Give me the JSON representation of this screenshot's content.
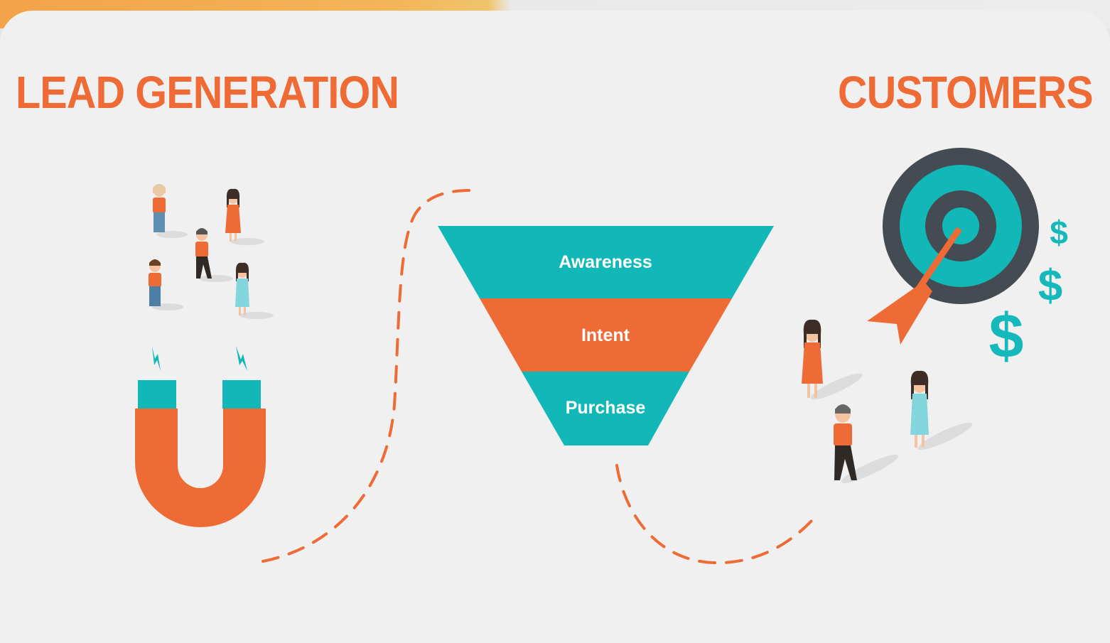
{
  "titles": {
    "left": "LEAD GENERATION",
    "right": "CUSTOMERS"
  },
  "funnel": {
    "stages": [
      "Awareness",
      "Intent",
      "Purchase"
    ]
  },
  "currency_symbol": "$",
  "colors": {
    "accent_orange": "#ee6b36",
    "accent_teal": "#12b8b8",
    "target_dark": "#444b52",
    "background": "#f0f0f0"
  },
  "icons": [
    "magnet-icon",
    "person-icon",
    "target-icon",
    "arrow-icon",
    "dollar-icon",
    "dashed-path"
  ]
}
